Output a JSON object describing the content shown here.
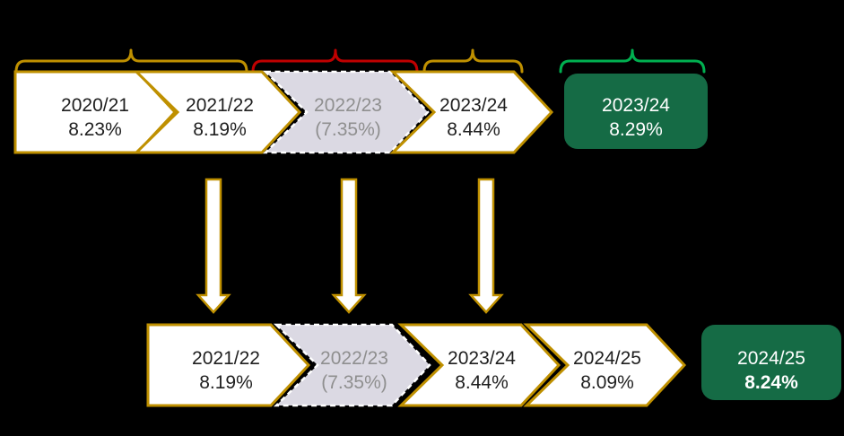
{
  "diagram": {
    "description": "Chevron timeline showing yearly rates rolling forward one year, with one excluded year, producing an averaged result rate",
    "colors": {
      "background": "#000000",
      "gold": "#BF9000",
      "red": "#C00000",
      "bright_green": "#00B050",
      "dark_green": "#156B45",
      "chevron_fill": "#FFFFFF",
      "excluded_fill": "#DBD9E3",
      "excluded_text": "#8F8F8F",
      "chevron_text": "#1F1F1F",
      "result_text": "#FFFFFF"
    },
    "top_row": {
      "chevrons": [
        {
          "year": "2020/21",
          "rate": "8.23%",
          "excluded": false
        },
        {
          "year": "2021/22",
          "rate": "8.19%",
          "excluded": false
        },
        {
          "year": "2022/23",
          "rate": "(7.35%)",
          "excluded": true
        },
        {
          "year": "2023/24",
          "rate": "8.44%",
          "excluded": false
        }
      ],
      "result": {
        "year": "2023/24",
        "rate": "8.29%"
      }
    },
    "bottom_row": {
      "chevrons": [
        {
          "year": "2021/22",
          "rate": "8.19%",
          "excluded": false
        },
        {
          "year": "2022/23",
          "rate": "(7.35%)",
          "excluded": true
        },
        {
          "year": "2023/24",
          "rate": "8.44%",
          "excluded": false
        },
        {
          "year": "2024/25",
          "rate": "8.09%",
          "excluded": false
        }
      ],
      "result": {
        "year": "2024/25",
        "rate": "8.24%"
      }
    }
  }
}
